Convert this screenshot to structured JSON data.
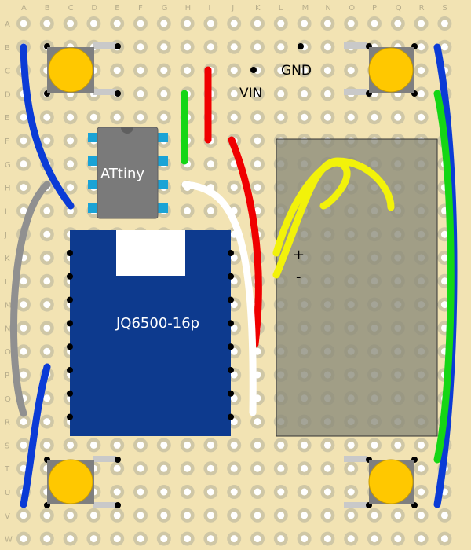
{
  "board": {
    "columns": [
      "A",
      "B",
      "C",
      "D",
      "E",
      "F",
      "G",
      "H",
      "I",
      "J",
      "K",
      "L",
      "M",
      "N",
      "O",
      "P",
      "Q",
      "R",
      "S"
    ],
    "rows": [
      "A",
      "B",
      "C",
      "D",
      "E",
      "F",
      "G",
      "H",
      "I",
      "J",
      "K",
      "L",
      "M",
      "N",
      "O",
      "P",
      "Q",
      "R",
      "S",
      "T",
      "U",
      "V",
      "W"
    ],
    "colors": {
      "board": "#f2e3b3",
      "pad": "#cfc7a6",
      "hole": "#ffffff",
      "grid_label": "#b8ae8c"
    }
  },
  "labels": {
    "vin": "VIN",
    "gnd": "GND",
    "attiny": "ATtiny",
    "module": "JQ6500-16p",
    "plus": "+",
    "minus": "-"
  },
  "colors": {
    "button_cap": "#ffc800",
    "button_body": "#7f7f7f",
    "chip_body": "#7a7a7a",
    "chip_pin": "#1aa3d6",
    "module_board": "#0d3a8e",
    "speaker": "#8b8b7a",
    "wire_blue": "#0b3bd6",
    "wire_green": "#15d615",
    "wire_red": "#f00000",
    "wire_white": "#ffffff",
    "wire_gray": "#909090",
    "wire_yellow": "#f2f20a"
  }
}
